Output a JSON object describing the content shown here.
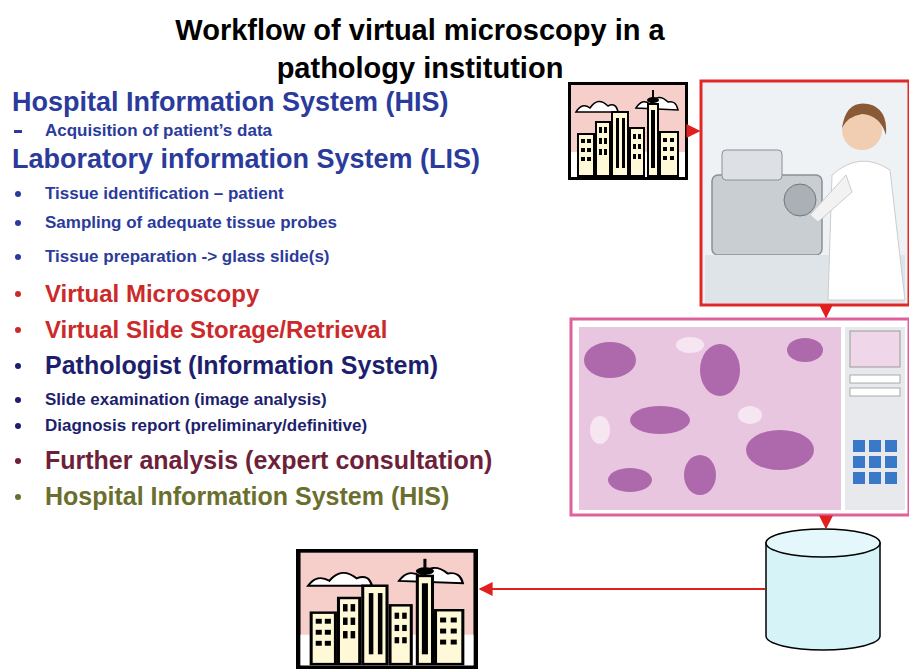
{
  "diagram": {
    "title": "Workflow of virtual microscopy in a pathology institution",
    "labels": [
      "Hospital Information System (HIS)",
      "Acquisition of patient’s data",
      "Laboratory information System (LIS)",
      "Tissue identification – patient",
      "Sampling of adequate tissue probes",
      "Tissue preparation -> glass slide(s)",
      "Virtual Microscopy",
      "Virtual Slide Storage/Retrieval",
      "Pathologist (Information System)",
      "Slide examination (image analysis)",
      "Diagnosis report (preliminary/definitive)",
      "Further analysis (expert consultation)",
      "Hospital Information System (HIS)"
    ]
  }
}
